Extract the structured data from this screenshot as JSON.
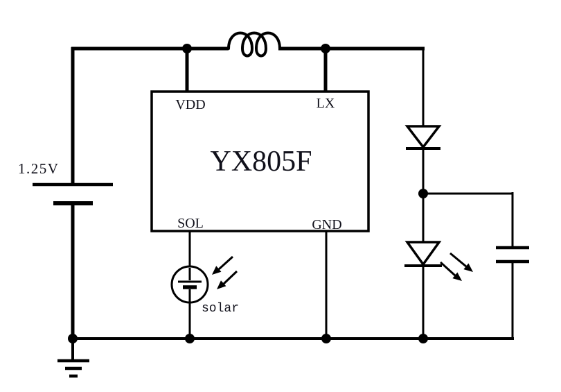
{
  "circuit": {
    "ic": {
      "name": "YX805F",
      "pin_top_left": "VDD",
      "pin_top_right": "LX",
      "pin_bottom_left": "SOL",
      "pin_bottom_right": "GND"
    },
    "battery": {
      "voltage_label": "1.25V"
    },
    "solar_cell": {
      "label": "solar"
    },
    "components": [
      "battery",
      "inductor",
      "ic",
      "diode",
      "led",
      "capacitor",
      "solar-cell",
      "ground"
    ],
    "colors": {
      "line": "#000000",
      "label_text": "#10101a",
      "background": "#ffffff"
    }
  }
}
